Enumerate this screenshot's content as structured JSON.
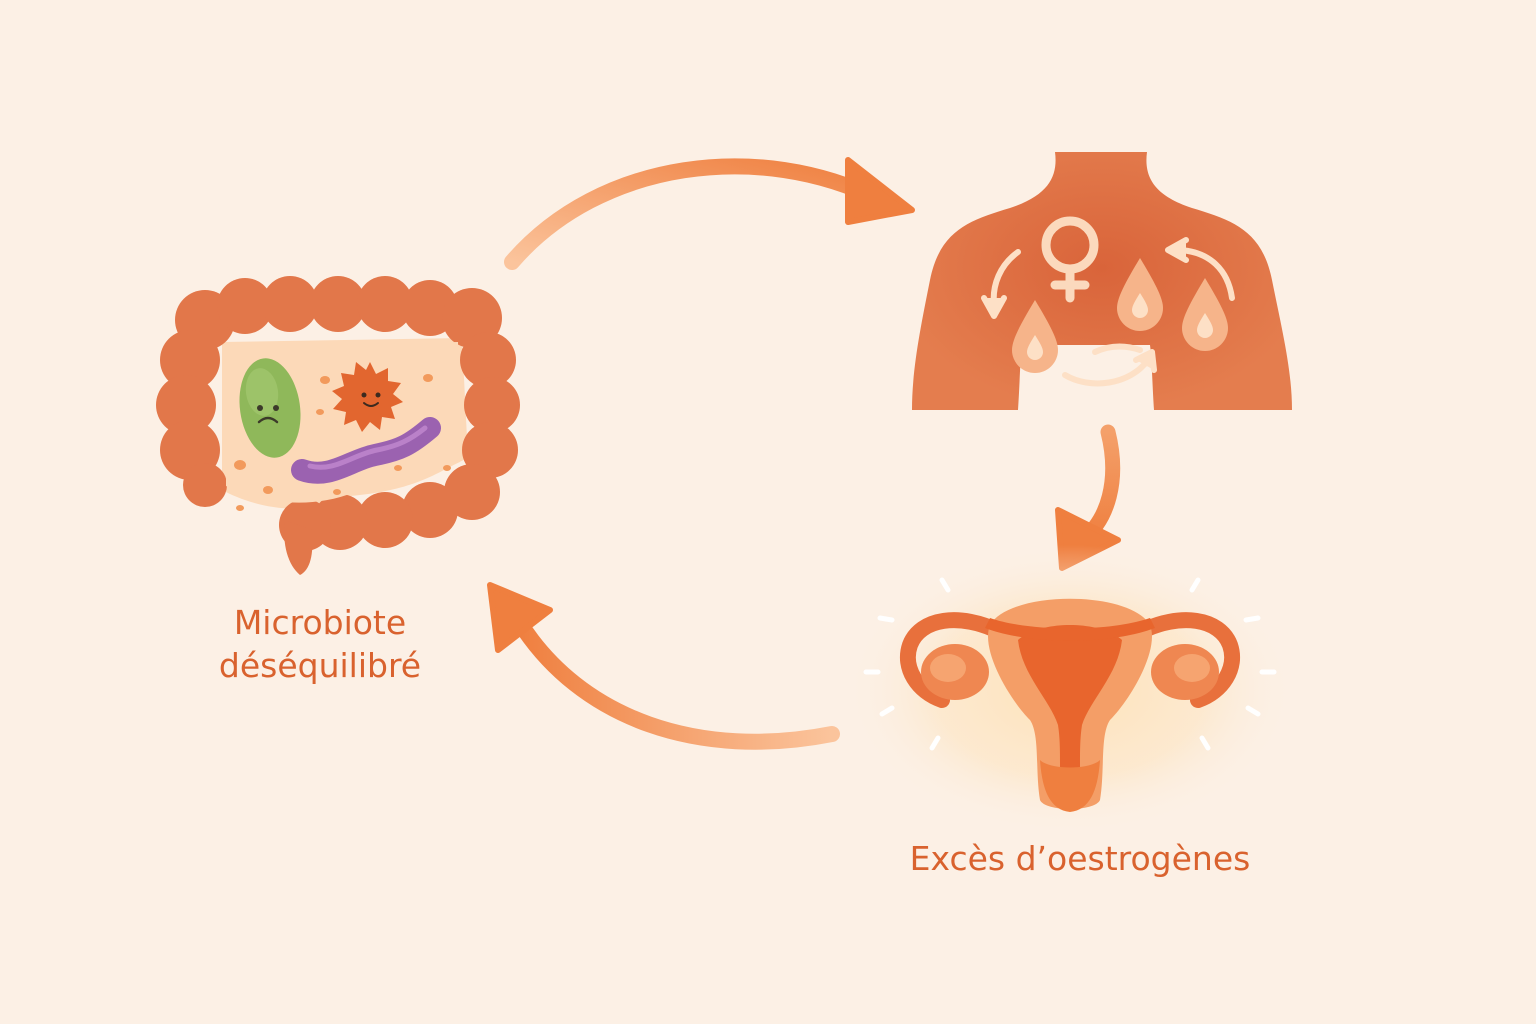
{
  "diagram": {
    "nodes": {
      "gut": {
        "label_line1": "Microbiote",
        "label_line2": "déséquilibré",
        "icon": "intestine-with-bacteria-icon"
      },
      "body": {
        "icon": "torso-with-female-symbol-and-droplets-icon"
      },
      "uterus": {
        "label": "Excès d’oestrogènes",
        "icon": "uterus-icon"
      }
    },
    "flow": [
      "gut",
      "body",
      "uterus",
      "gut"
    ]
  },
  "colors": {
    "background": "#fcf0e5",
    "primary_orange": "#e2774a",
    "label_text": "#d9622e",
    "arrow": "#f08a4b",
    "bacteria_green": "#8fb85a",
    "bacteria_purple": "#9b62b0"
  }
}
